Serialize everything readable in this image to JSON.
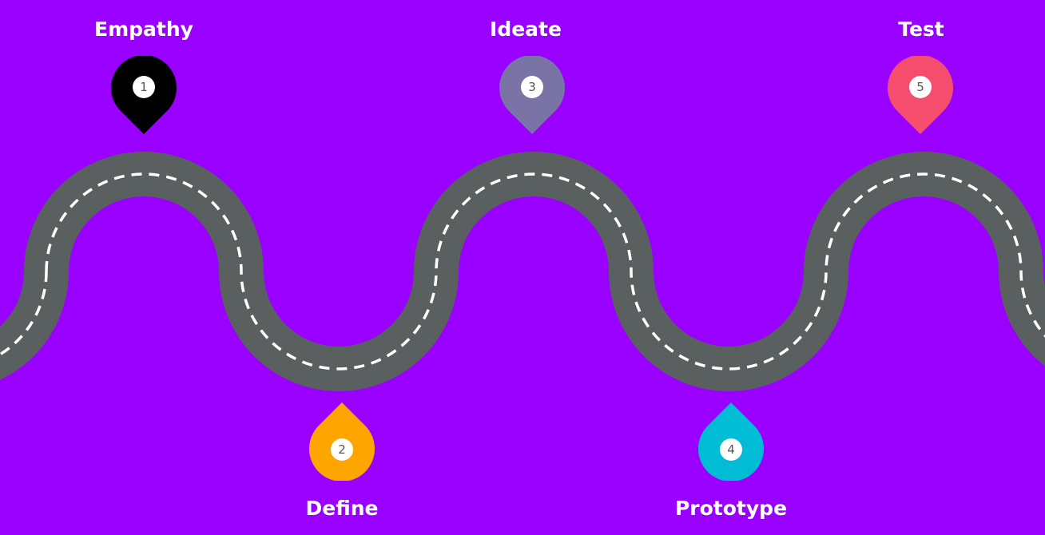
{
  "diagram": {
    "background": "#9900ff",
    "road_color": "#5a6060",
    "lane_marking_color": "#ffffff",
    "stages": [
      {
        "number": "1",
        "label": "Empathy",
        "pin_color": "#000000",
        "position": "top"
      },
      {
        "number": "2",
        "label": "Define",
        "pin_color": "#ffa500",
        "position": "bottom"
      },
      {
        "number": "3",
        "label": "Ideate",
        "pin_color": "#7a73a6",
        "position": "top"
      },
      {
        "number": "4",
        "label": "Prototype",
        "pin_color": "#00bcd4",
        "position": "bottom"
      },
      {
        "number": "5",
        "label": "Test",
        "pin_color": "#f44d6e",
        "position": "top"
      }
    ]
  }
}
